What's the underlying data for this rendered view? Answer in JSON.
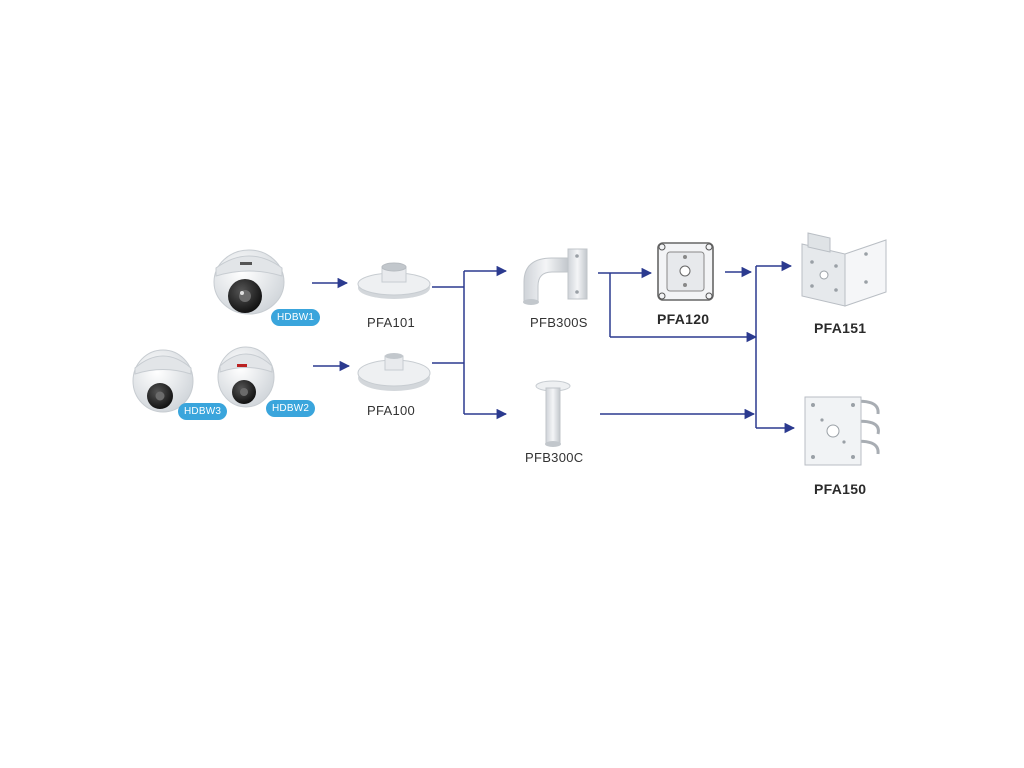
{
  "colors": {
    "arrow": "#2b3a8f",
    "badge": "#3aa5dc",
    "device_body": "#e9ecef",
    "device_shade": "#c4c9ce",
    "lens": "#1e1e1e"
  },
  "cameras": {
    "cam1_badge": "HDBW1",
    "cam2_badge": "HDBW3",
    "cam3_badge": "HDBW2"
  },
  "mounts": {
    "pfa101": "PFA101",
    "pfa100": "PFA100",
    "pfb300s": "PFB300S",
    "pfb300c": "PFB300C",
    "pfa120": "PFA120",
    "pfa151": "PFA151",
    "pfa150": "PFA150"
  }
}
